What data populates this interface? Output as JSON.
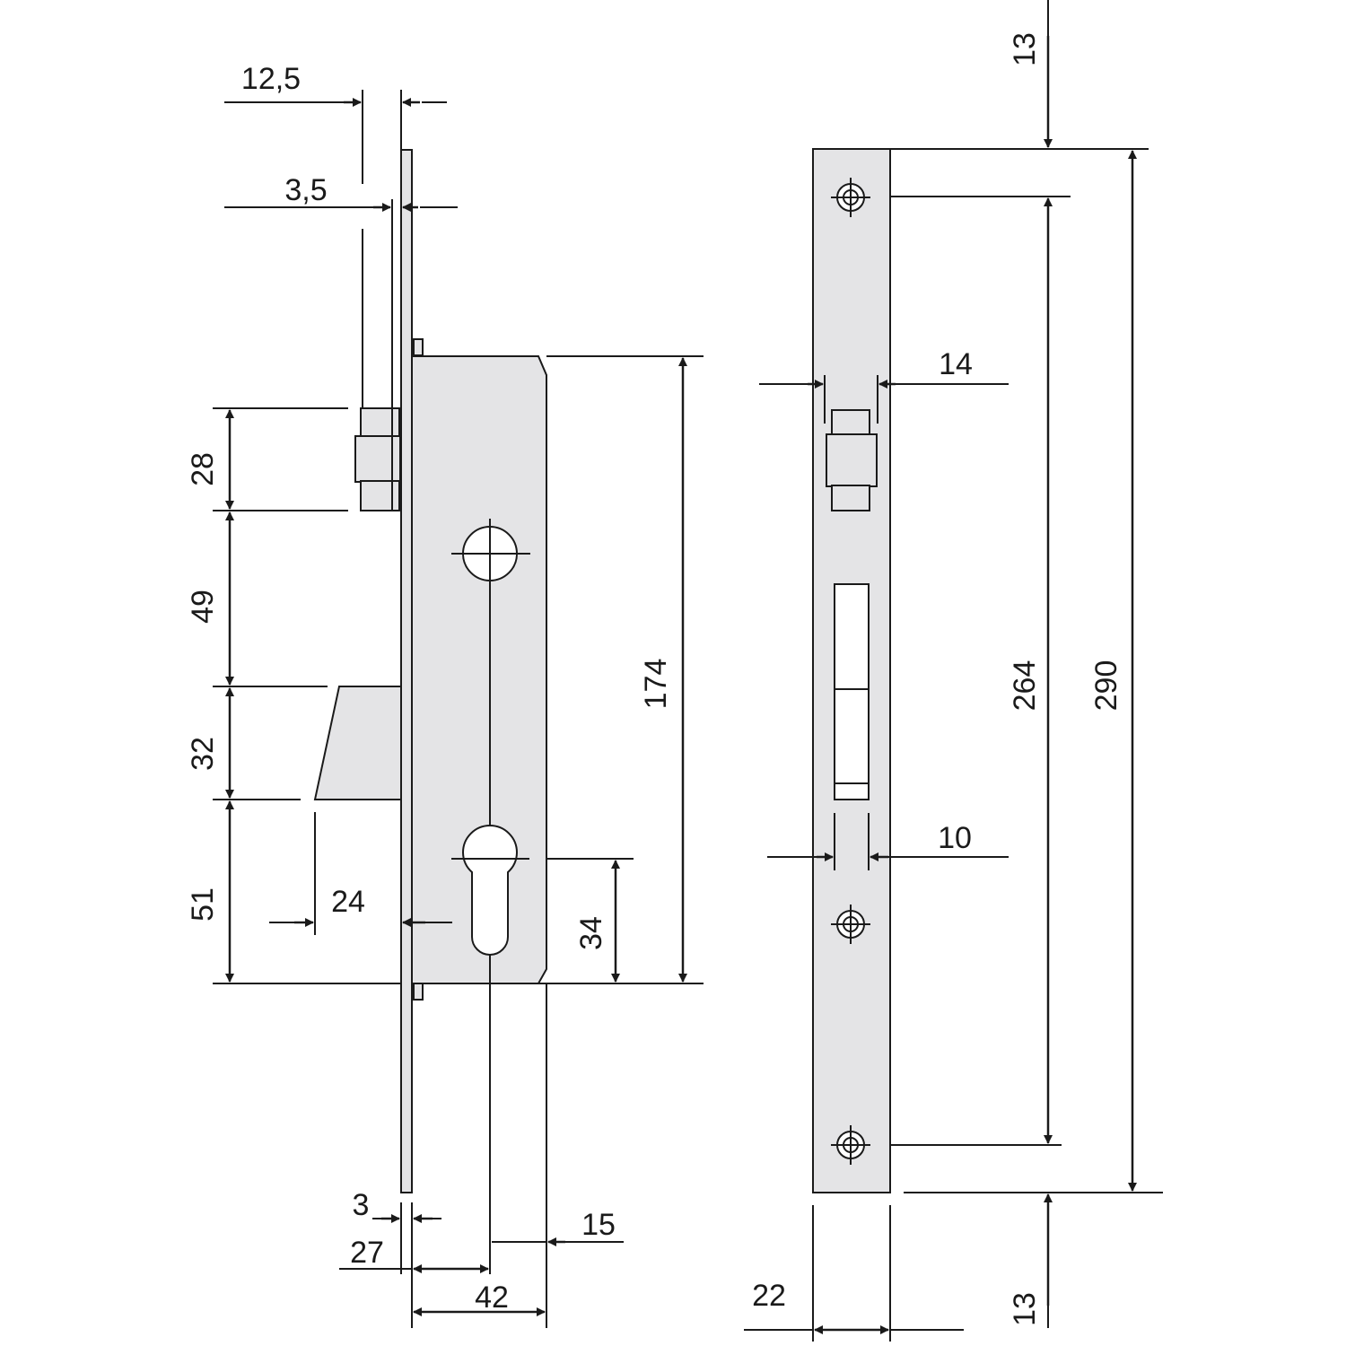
{
  "colors": {
    "line": "#1a1a1a",
    "part_fill": "#e4e4e6",
    "background": "#ffffff"
  },
  "dimensions": {
    "forend_depth": "12,5",
    "forend_offset": "3,5",
    "latch_height": "28",
    "latch_to_bolt": "49",
    "bolt_height": "32",
    "bolt_to_bottom": "51",
    "bolt_projection": "24",
    "body_height": "174",
    "cylinder_center": "34",
    "front_thickness": "3",
    "backset": "27",
    "rear_to_cylinder": "15",
    "case_depth": "42",
    "top_margin": "13",
    "bottom_margin": "13",
    "screw_spacing": "264",
    "forend_length": "290",
    "latch_width": "14",
    "bolt_width": "10",
    "forend_width": "22"
  }
}
